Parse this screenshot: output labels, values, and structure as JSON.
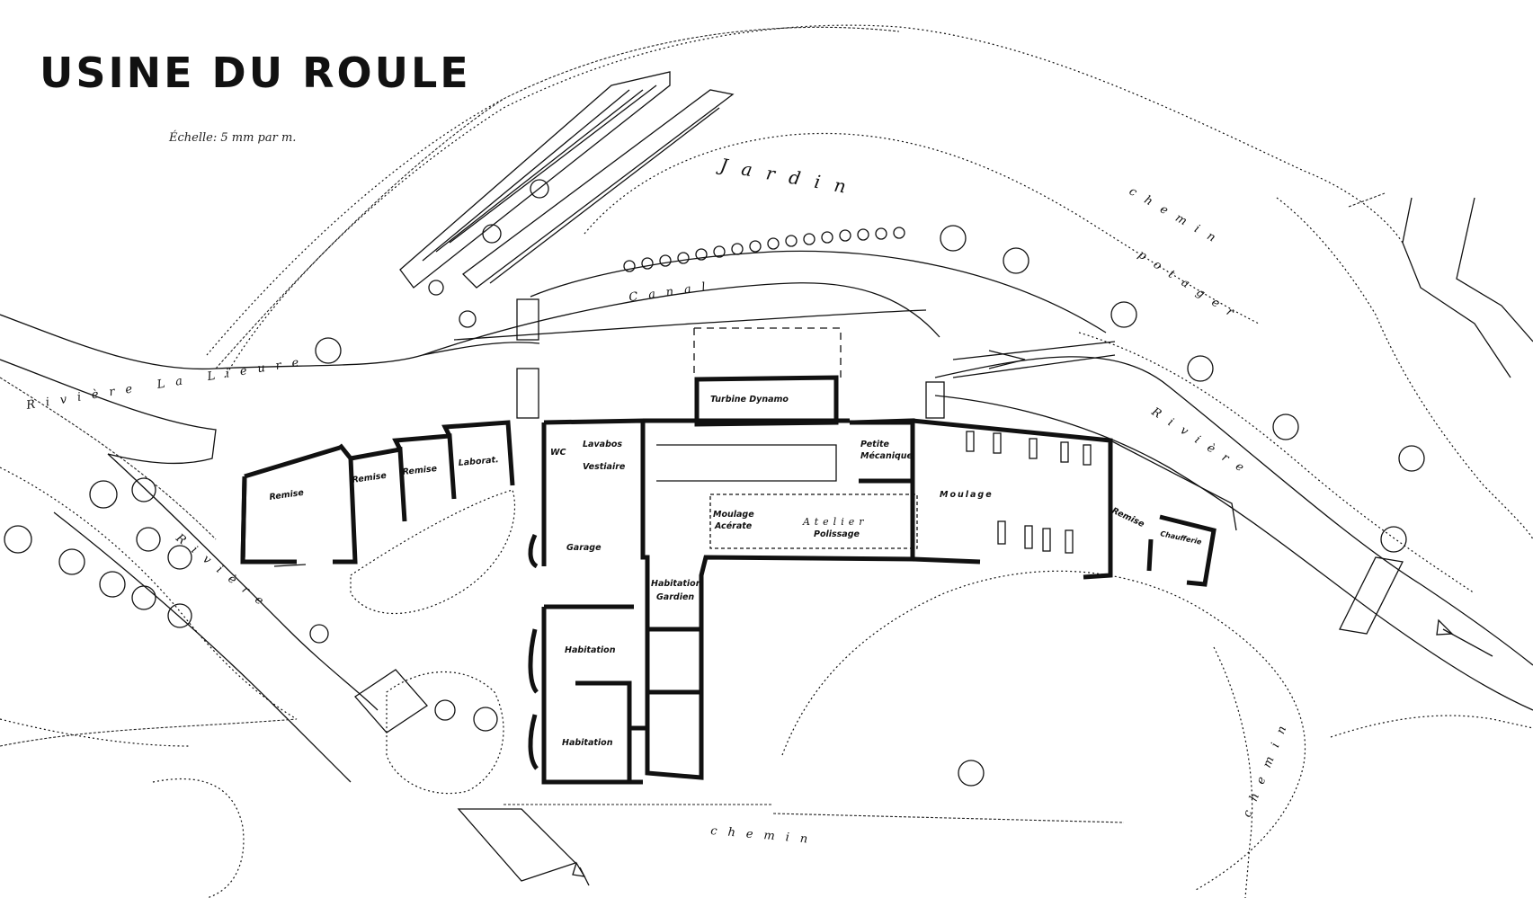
{
  "title": "USINE DU ROULE",
  "scale": "Échelle: 5 mm par m.",
  "features": {
    "jardin": "Jardin",
    "potager": "potager",
    "canal": "Canal",
    "riviere_la_lieure": "Rivière La Lieure",
    "riviere_right": "Rivière",
    "riviere_left": "Rivière",
    "chemin_bottom": "chemin",
    "chemin_right_top": "chemin",
    "chemin_right_bottom": "chemin"
  },
  "rooms": {
    "remise_1": "Remise",
    "remise_2": "Remise",
    "remise_3": "Remise",
    "laborat": "Laborat.",
    "wc": "WC",
    "lavabos": "Lavabos",
    "vestiaire": "Vestiaire",
    "garage": "Garage",
    "turbine_dynamo": "Turbine Dynamo",
    "petite_mecanique_1": "Petite",
    "petite_mecanique_2": "Mécanique",
    "moulage_acierate_1": "Moulage",
    "moulage_acierate_2": "Acérate",
    "atelier": "Atelier",
    "polissage": "Polissage",
    "moulage": "Moulage",
    "remise_4": "Remise",
    "chaufferie": "Chaufferie",
    "habitation_gardien_1": "Habitation",
    "habitation_gardien_2": "Gardien",
    "habitation_1": "Habitation",
    "habitation_2": "Habitation"
  }
}
